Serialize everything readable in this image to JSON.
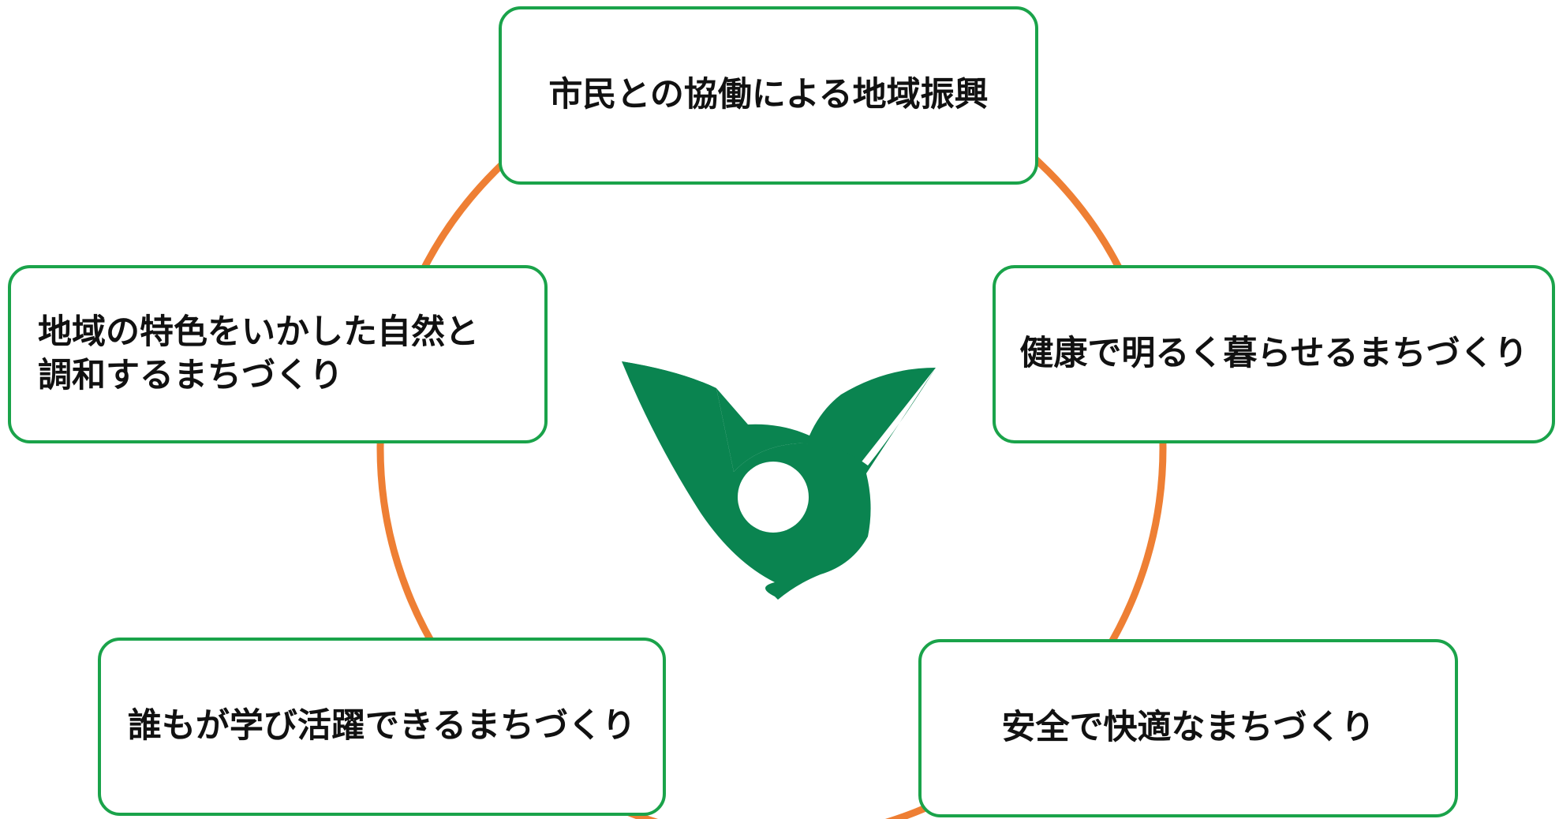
{
  "colors": {
    "ring": "#ee7f34",
    "box_border": "#1aa34a",
    "emblem": "#0a8450",
    "text": "#111111",
    "background": "#ffffff"
  },
  "emblem": {
    "icon": "city-emblem-icon"
  },
  "goals": {
    "top": "市民との協働による地域振興",
    "right": "健康で明るく暮らせるまちづくり",
    "left_line1": "地域の特色をいかした自然と",
    "left_line2": "調和するまちづくり",
    "bottom_left": "誰もが学び活躍できるまちづくり",
    "bottom_right": "安全で快適なまちづくり"
  }
}
